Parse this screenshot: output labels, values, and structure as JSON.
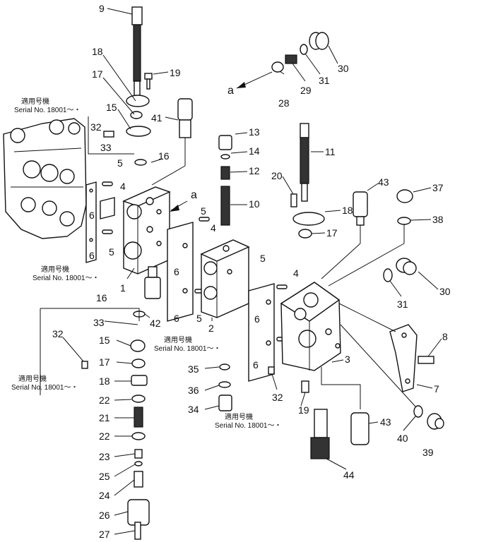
{
  "notes": {
    "serial_jp": "適用号機",
    "serial_en": "Serial No. 18001～・"
  },
  "letters": {
    "a": "a"
  },
  "labels": {
    "p9": "9",
    "p18a": "18",
    "p19a": "19",
    "p17a": "17",
    "p15a": "15",
    "p41": "41",
    "p32a": "32",
    "p33a": "33",
    "p16a": "16",
    "p5a": "5",
    "p4a": "4",
    "p6a": "6",
    "p6b": "6",
    "p5b": "5",
    "p1": "1",
    "p42": "42",
    "p16b": "16",
    "p33b": "33",
    "p32b": "32",
    "p15b": "15",
    "p17b": "17",
    "p18b": "18",
    "p22a": "22",
    "p21": "21",
    "p22b": "22",
    "p23": "23",
    "p25": "25",
    "p24": "24",
    "p26": "26",
    "p27": "27",
    "p13": "13",
    "p14": "14",
    "p12": "12",
    "p10": "10",
    "p5c": "5",
    "p4b": "4",
    "p6c": "6",
    "p6d": "6",
    "p5d": "5",
    "p2": "2",
    "p35": "35",
    "p36": "36",
    "p34": "34",
    "p28": "28",
    "p29": "29",
    "p31a": "31",
    "p30a": "30",
    "p11": "11",
    "p20": "20",
    "p18c": "18",
    "p17c": "17",
    "p43a": "43",
    "p37": "37",
    "p38": "38",
    "p5e": "5",
    "p4c": "4",
    "p6e": "6",
    "p6f": "6",
    "p32c": "32",
    "p19b": "19",
    "p3": "3",
    "p30b": "30",
    "p31b": "31",
    "p8": "8",
    "p7": "7",
    "p40": "40",
    "p39": "39",
    "p43b": "43",
    "p44": "44"
  }
}
